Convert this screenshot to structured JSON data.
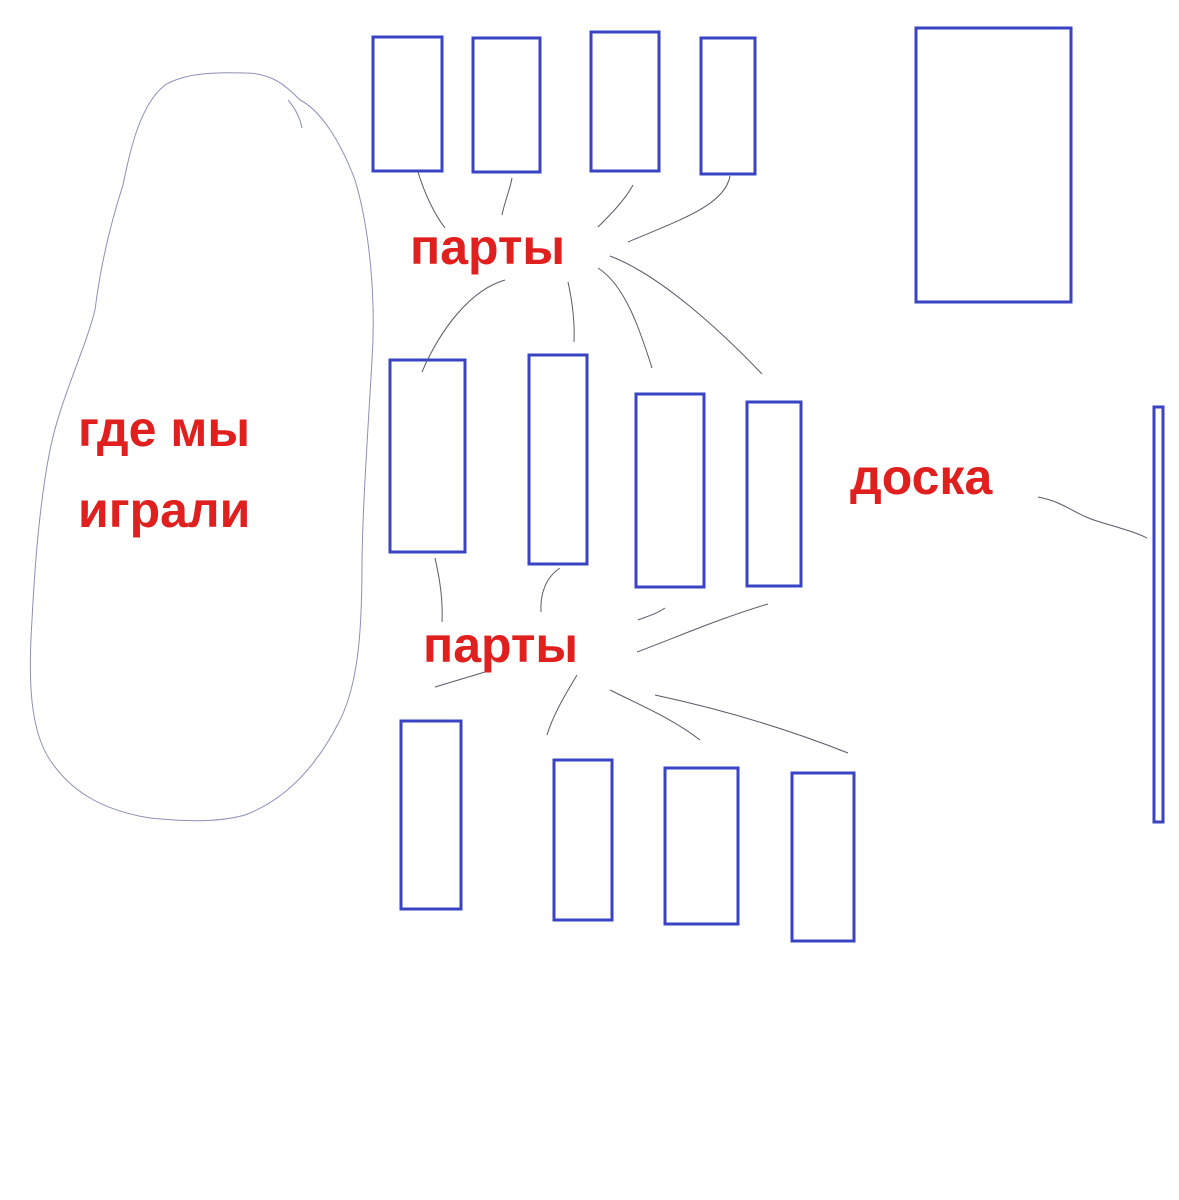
{
  "labels": {
    "play_area": [
      "где мы",
      "играли"
    ],
    "desks_top": "парты",
    "desks_bottom": "парты",
    "board": "доска"
  },
  "colors": {
    "desk_outline": "#3a43c4",
    "label_text": "#e0201e",
    "connector": "#5a5a6a",
    "play_area_outline": "#8c90b8"
  }
}
